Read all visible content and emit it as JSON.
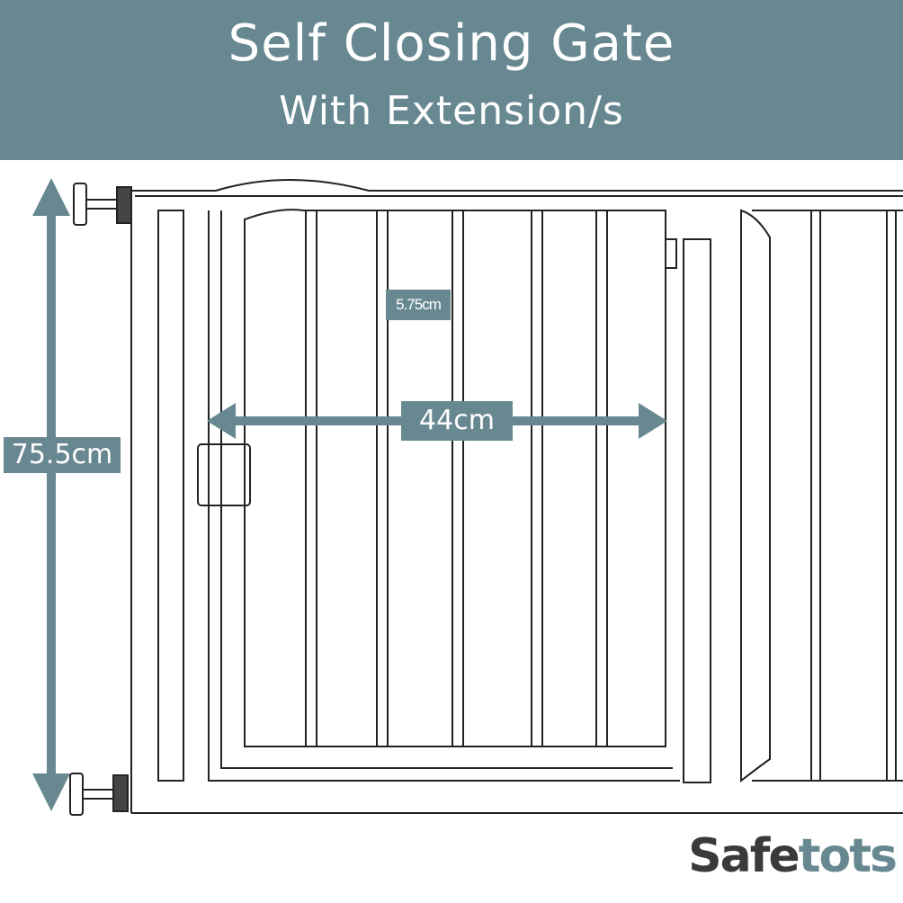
{
  "header": {
    "title": "Self Closing Gate",
    "subtitle": "With Extension/s"
  },
  "dimensions": {
    "height": "75.5cm",
    "opening_width": "44cm",
    "bar_spacing": "5.75cm"
  },
  "brand": {
    "name_part1": "Safe",
    "name_part2": "tots"
  },
  "colors": {
    "accent": "#688891",
    "brand_dark": "#3a3a3a",
    "line": "#222222"
  },
  "icons": [
    "double-arrow-icon"
  ]
}
